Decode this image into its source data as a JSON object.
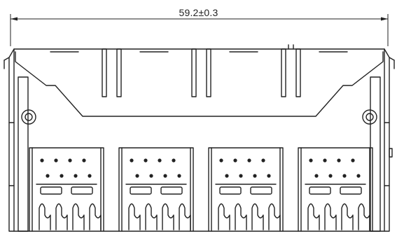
{
  "drawing": {
    "overall_width_dimension": "59.2±0.3",
    "port_count": 4,
    "port_ids": [
      "1",
      "2",
      "3",
      "4"
    ]
  }
}
